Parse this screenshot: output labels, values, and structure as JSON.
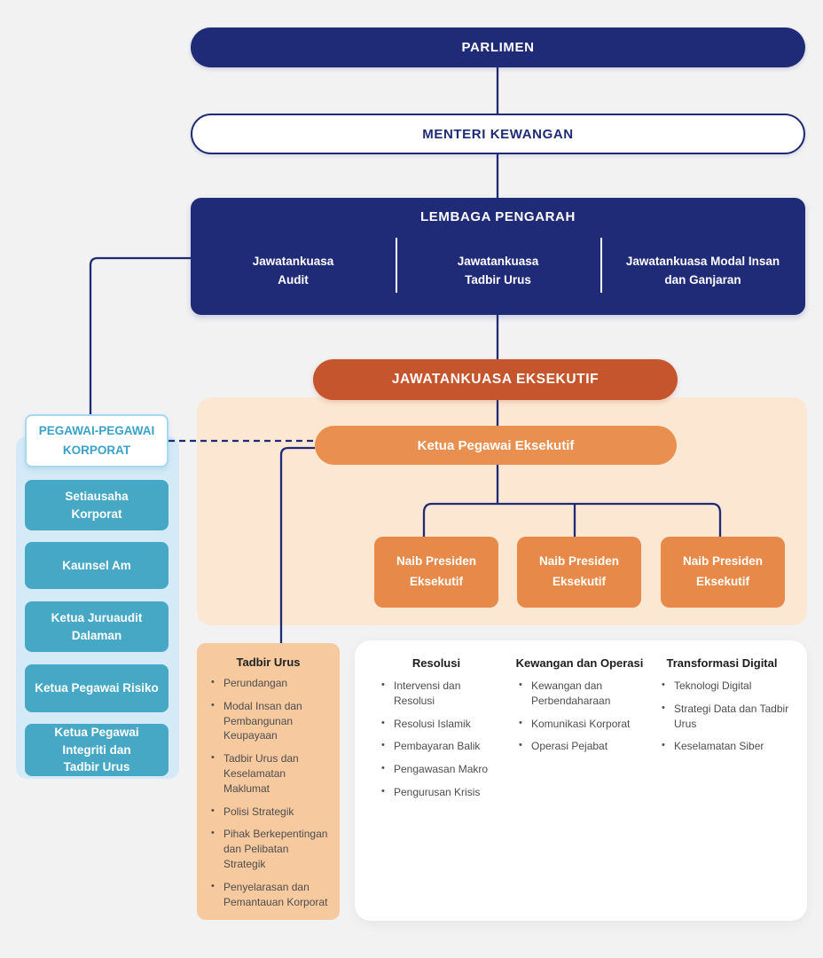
{
  "palette": {
    "navy": "#1F2B76",
    "orange_dark": "#C4552C",
    "orange": "#E98F4F",
    "orange_box": "#E78A49",
    "peach_panel": "#FBE7D2",
    "peach_box": "#F7C99E",
    "blue_panel": "#D5EAF7",
    "teal": "#47A8C5",
    "teal_text": "#3AA2C9",
    "background": "#F2F2F3",
    "list_text": "#4D4D4F"
  },
  "org": {
    "parlimen": "PARLIMEN",
    "menteri": "MENTERI KEWANGAN",
    "lembaga": {
      "title": "LEMBAGA PENGARAH",
      "committees": [
        "Jawatankuasa\nAudit",
        "Jawatankuasa\nTadbir Urus",
        "Jawatankuasa Modal Insan\ndan Ganjaran"
      ]
    },
    "jawatankuasa_eksekutif": "JAWATANKUASA EKSEKUTIF",
    "ketua_pegawai_eksekutif": "Ketua Pegawai Eksekutif",
    "naib_presiden": [
      "Naib Presiden\nEksekutif",
      "Naib Presiden\nEksekutif",
      "Naib Presiden\nEksekutif"
    ]
  },
  "korporat": {
    "title": "PEGAWAI-PEGAWAI\nKORPORAT",
    "officers": [
      "Setiausaha\nKorporat",
      "Kaunsel Am",
      "Ketua Juruaudit\nDalaman",
      "Ketua Pegawai Risiko",
      "Ketua Pegawai\nIntegriti dan\nTadbir Urus"
    ]
  },
  "divisions": {
    "tadbir_urus": {
      "title": "Tadbir Urus",
      "items": [
        "Perundangan",
        "Modal Insan dan Pembangunan Keupayaan",
        "Tadbir Urus dan Keselamatan Maklumat",
        "Polisi Strategik",
        "Pihak Berkepentingan dan Pelibatan Strategik",
        "Penyelarasan dan Pemantauan Korporat"
      ]
    },
    "columns": [
      {
        "title": "Resolusi",
        "items": [
          "Intervensi dan Resolusi",
          "Resolusi Islamik",
          "Pembayaran Balik",
          "Pengawasan Makro",
          "Pengurusan Krisis"
        ]
      },
      {
        "title": "Kewangan dan Operasi",
        "items": [
          "Kewangan dan Perbendaharaan",
          "Komunikasi Korporat",
          "Operasi Pejabat"
        ]
      },
      {
        "title": "Transformasi Digital",
        "items": [
          "Teknologi Digital",
          "Strategi Data dan Tadbir Urus",
          "Keselamatan Siber"
        ]
      }
    ]
  }
}
